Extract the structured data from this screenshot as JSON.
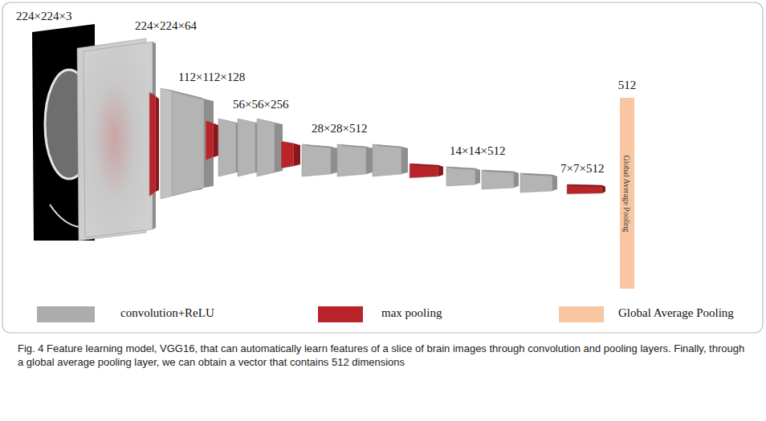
{
  "diagram": {
    "caption": "Fig. 4 Feature learning model, VGG16, that can automatically learn features of a slice of brain images through convolution and pooling layers. Finally, through a global average pooling layer, we can obtain a vector that contains 512 dimensions",
    "nodes": [
      {
        "text": [
          "512",
          "Global Average Pooling"
        ]
      }
    ],
    "labels": [
      "224×224×3",
      "224×224×64",
      "112×112×128",
      "56×56×256",
      "28×28×512",
      "14×14×512",
      "7×7×512"
    ],
    "legend": [
      {
        "text": "convolution+ReLU",
        "color": "#acacac"
      },
      {
        "text": "max pooling",
        "color": "#b8242a"
      },
      {
        "text": "Global Average Pooling",
        "color": "#f9c6a2"
      }
    ]
  }
}
